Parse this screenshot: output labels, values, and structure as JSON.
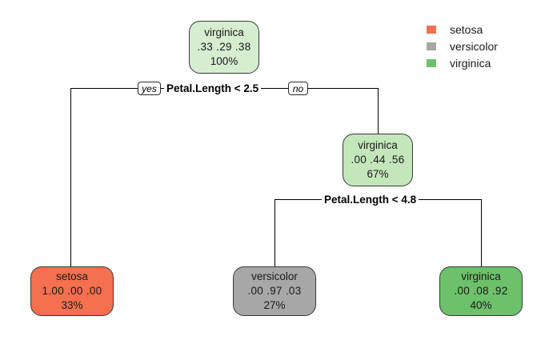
{
  "chart_data": {
    "type": "tree",
    "title": "",
    "tree_kind": "rpart-decision-tree",
    "response_classes": [
      "setosa",
      "versicolor",
      "virginica"
    ],
    "nodes": [
      {
        "id": "root",
        "label": "virginica",
        "probs": ".33  .29  .38",
        "probs_values": [
          0.33,
          0.29,
          0.38
        ],
        "pct": "100%",
        "pct_value": 100,
        "fill": "#d6edd0",
        "kind": "internal"
      },
      {
        "id": "n2",
        "label": "virginica",
        "probs": ".00  .44  .56",
        "probs_values": [
          0.0,
          0.44,
          0.56
        ],
        "pct": "67%",
        "pct_value": 67,
        "fill": "#c4e6bb",
        "kind": "internal"
      },
      {
        "id": "leaf-setosa",
        "label": "setosa",
        "probs": "1.00  .00  .00",
        "probs_values": [
          1.0,
          0.0,
          0.0
        ],
        "pct": "33%",
        "pct_value": 33,
        "fill": "#f4704f",
        "kind": "leaf"
      },
      {
        "id": "leaf-versicolor",
        "label": "versicolor",
        "probs": ".00  .97  .03",
        "probs_values": [
          0.0,
          0.97,
          0.03
        ],
        "pct": "27%",
        "pct_value": 27,
        "fill": "#a7a7a7",
        "kind": "leaf"
      },
      {
        "id": "leaf-virginica",
        "label": "virginica",
        "probs": ".00  .08  .92",
        "probs_values": [
          0.0,
          0.08,
          0.92
        ],
        "pct": "40%",
        "pct_value": 40,
        "fill": "#6cc16a",
        "kind": "leaf"
      }
    ],
    "splits": [
      {
        "id": "split-1",
        "text": "Petal.Length < 2.5",
        "yes_label": "yes",
        "no_label": "no"
      },
      {
        "id": "split-2",
        "text": "Petal.Length < 4.8",
        "yes_label": "",
        "no_label": ""
      }
    ],
    "legend": {
      "position": "top-right",
      "entries": [
        {
          "label": "setosa",
          "color": "#f4704f"
        },
        {
          "label": "versicolor",
          "color": "#a7a7a7"
        },
        {
          "label": "virginica",
          "color": "#6cc16a"
        }
      ]
    }
  }
}
